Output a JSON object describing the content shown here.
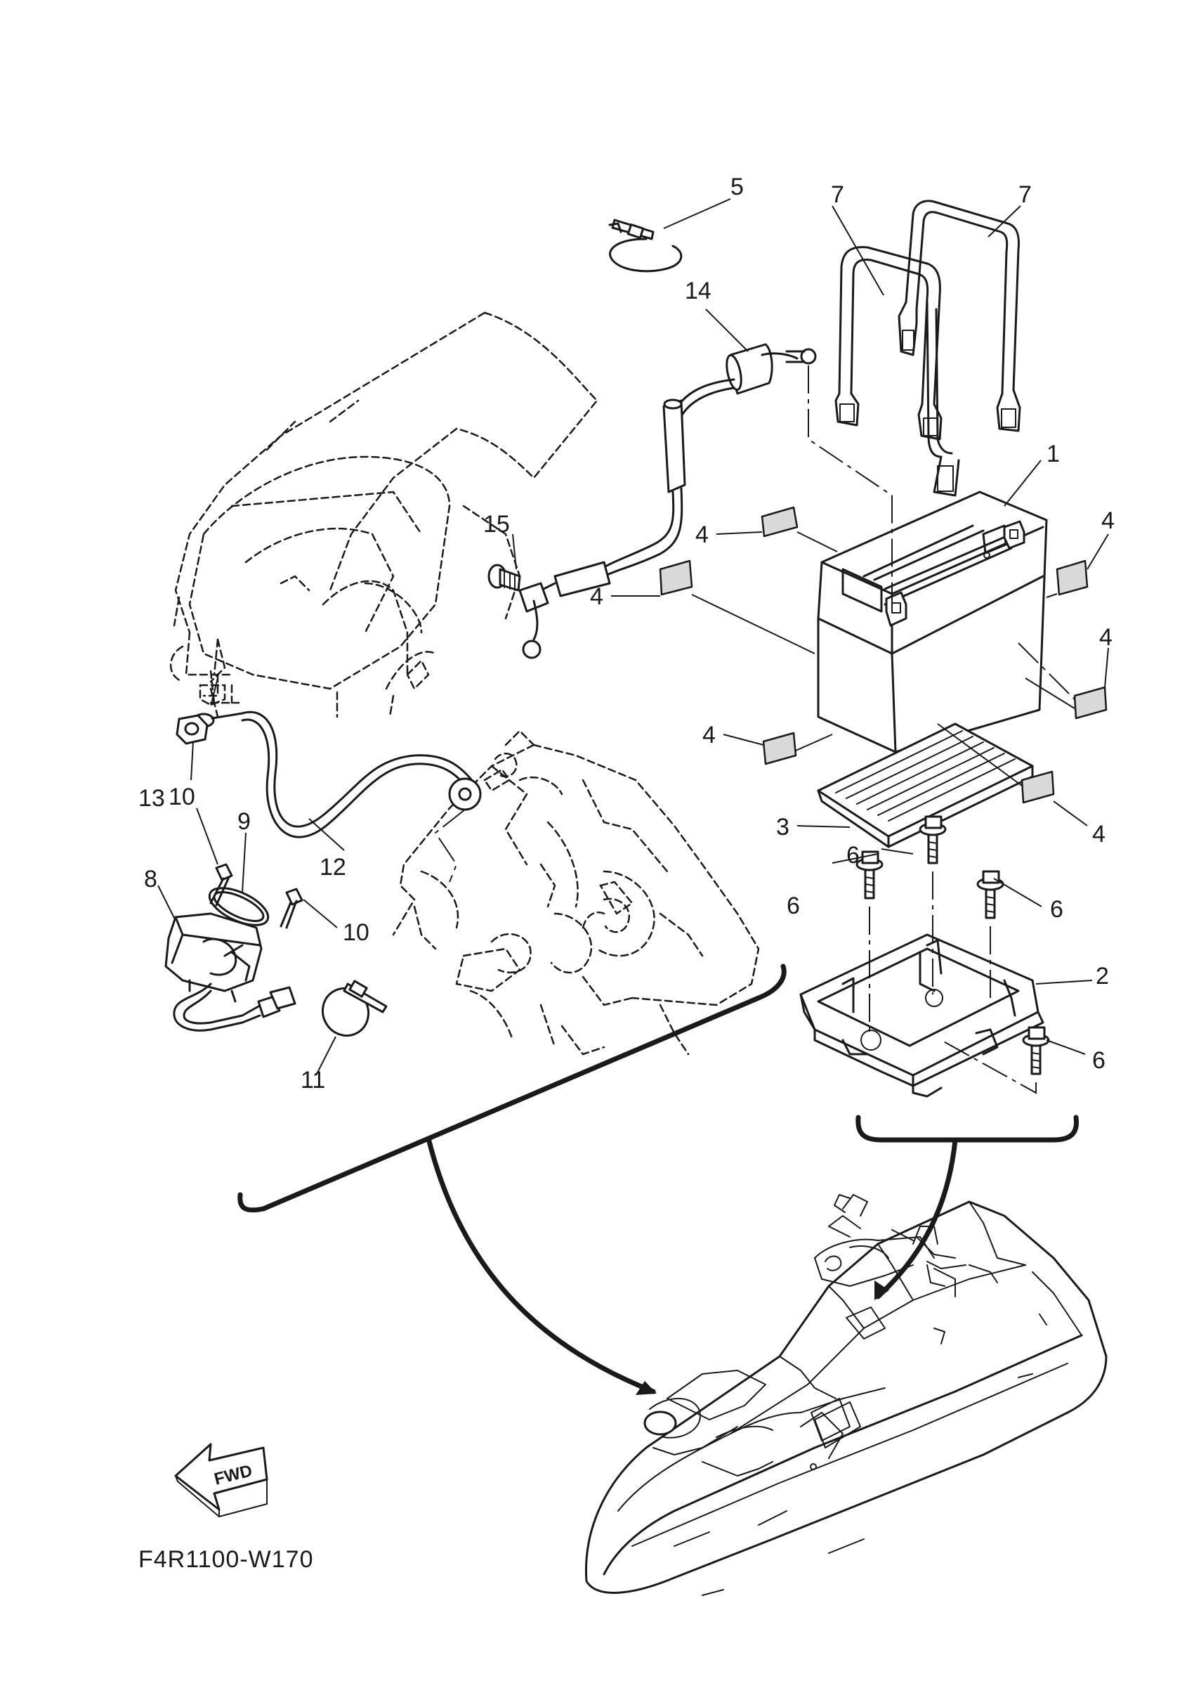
{
  "diagram_code": "F4R1100-W170",
  "fwd_label": "FWD",
  "callouts": [
    "1",
    "2",
    "3",
    "4",
    "4",
    "4",
    "4",
    "4",
    "4",
    "5",
    "6",
    "6",
    "6",
    "6",
    "7",
    "7",
    "8",
    "9",
    "10",
    "10",
    "11",
    "12",
    "13",
    "14",
    "15"
  ],
  "colors": {
    "line": "#1a1a1a",
    "background": "#ffffff",
    "pad": "#d9d9d9"
  },
  "icons": {
    "fwd_arrow": "fwd-arrow-icon"
  }
}
